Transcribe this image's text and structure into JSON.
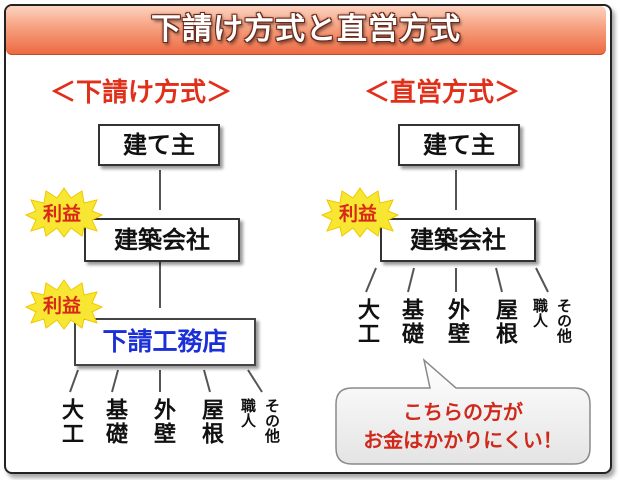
{
  "banner": {
    "title": "下請け方式と直営方式",
    "color": "#ec6a42"
  },
  "left": {
    "heading": "＜下請け方式＞",
    "owner": "建て主",
    "company": "建築会社",
    "subcontractor": "下請工務店",
    "profit1": "利益",
    "profit2": "利益",
    "trades": [
      {
        "top": "大",
        "bottom": "工"
      },
      {
        "top": "基",
        "bottom": "礎"
      },
      {
        "top": "外",
        "bottom": "壁"
      },
      {
        "top": "屋",
        "bottom": "根"
      }
    ],
    "trade_small": [
      "職人",
      "その他"
    ]
  },
  "right": {
    "heading": "＜直営方式＞",
    "owner": "建て主",
    "company": "建築会社",
    "profit": "利益",
    "trades": [
      {
        "top": "大",
        "bottom": "工"
      },
      {
        "top": "基",
        "bottom": "礎"
      },
      {
        "top": "外",
        "bottom": "壁"
      },
      {
        "top": "屋",
        "bottom": "根"
      }
    ],
    "trade_small": [
      "職人",
      "その他"
    ]
  },
  "callout": {
    "line1": "こちらの方が",
    "line2": "お金はかかりにくい！"
  },
  "colors": {
    "heading": "#e1301a",
    "subcontractor_text": "#1a2fd8",
    "burst": "#f7e733"
  }
}
